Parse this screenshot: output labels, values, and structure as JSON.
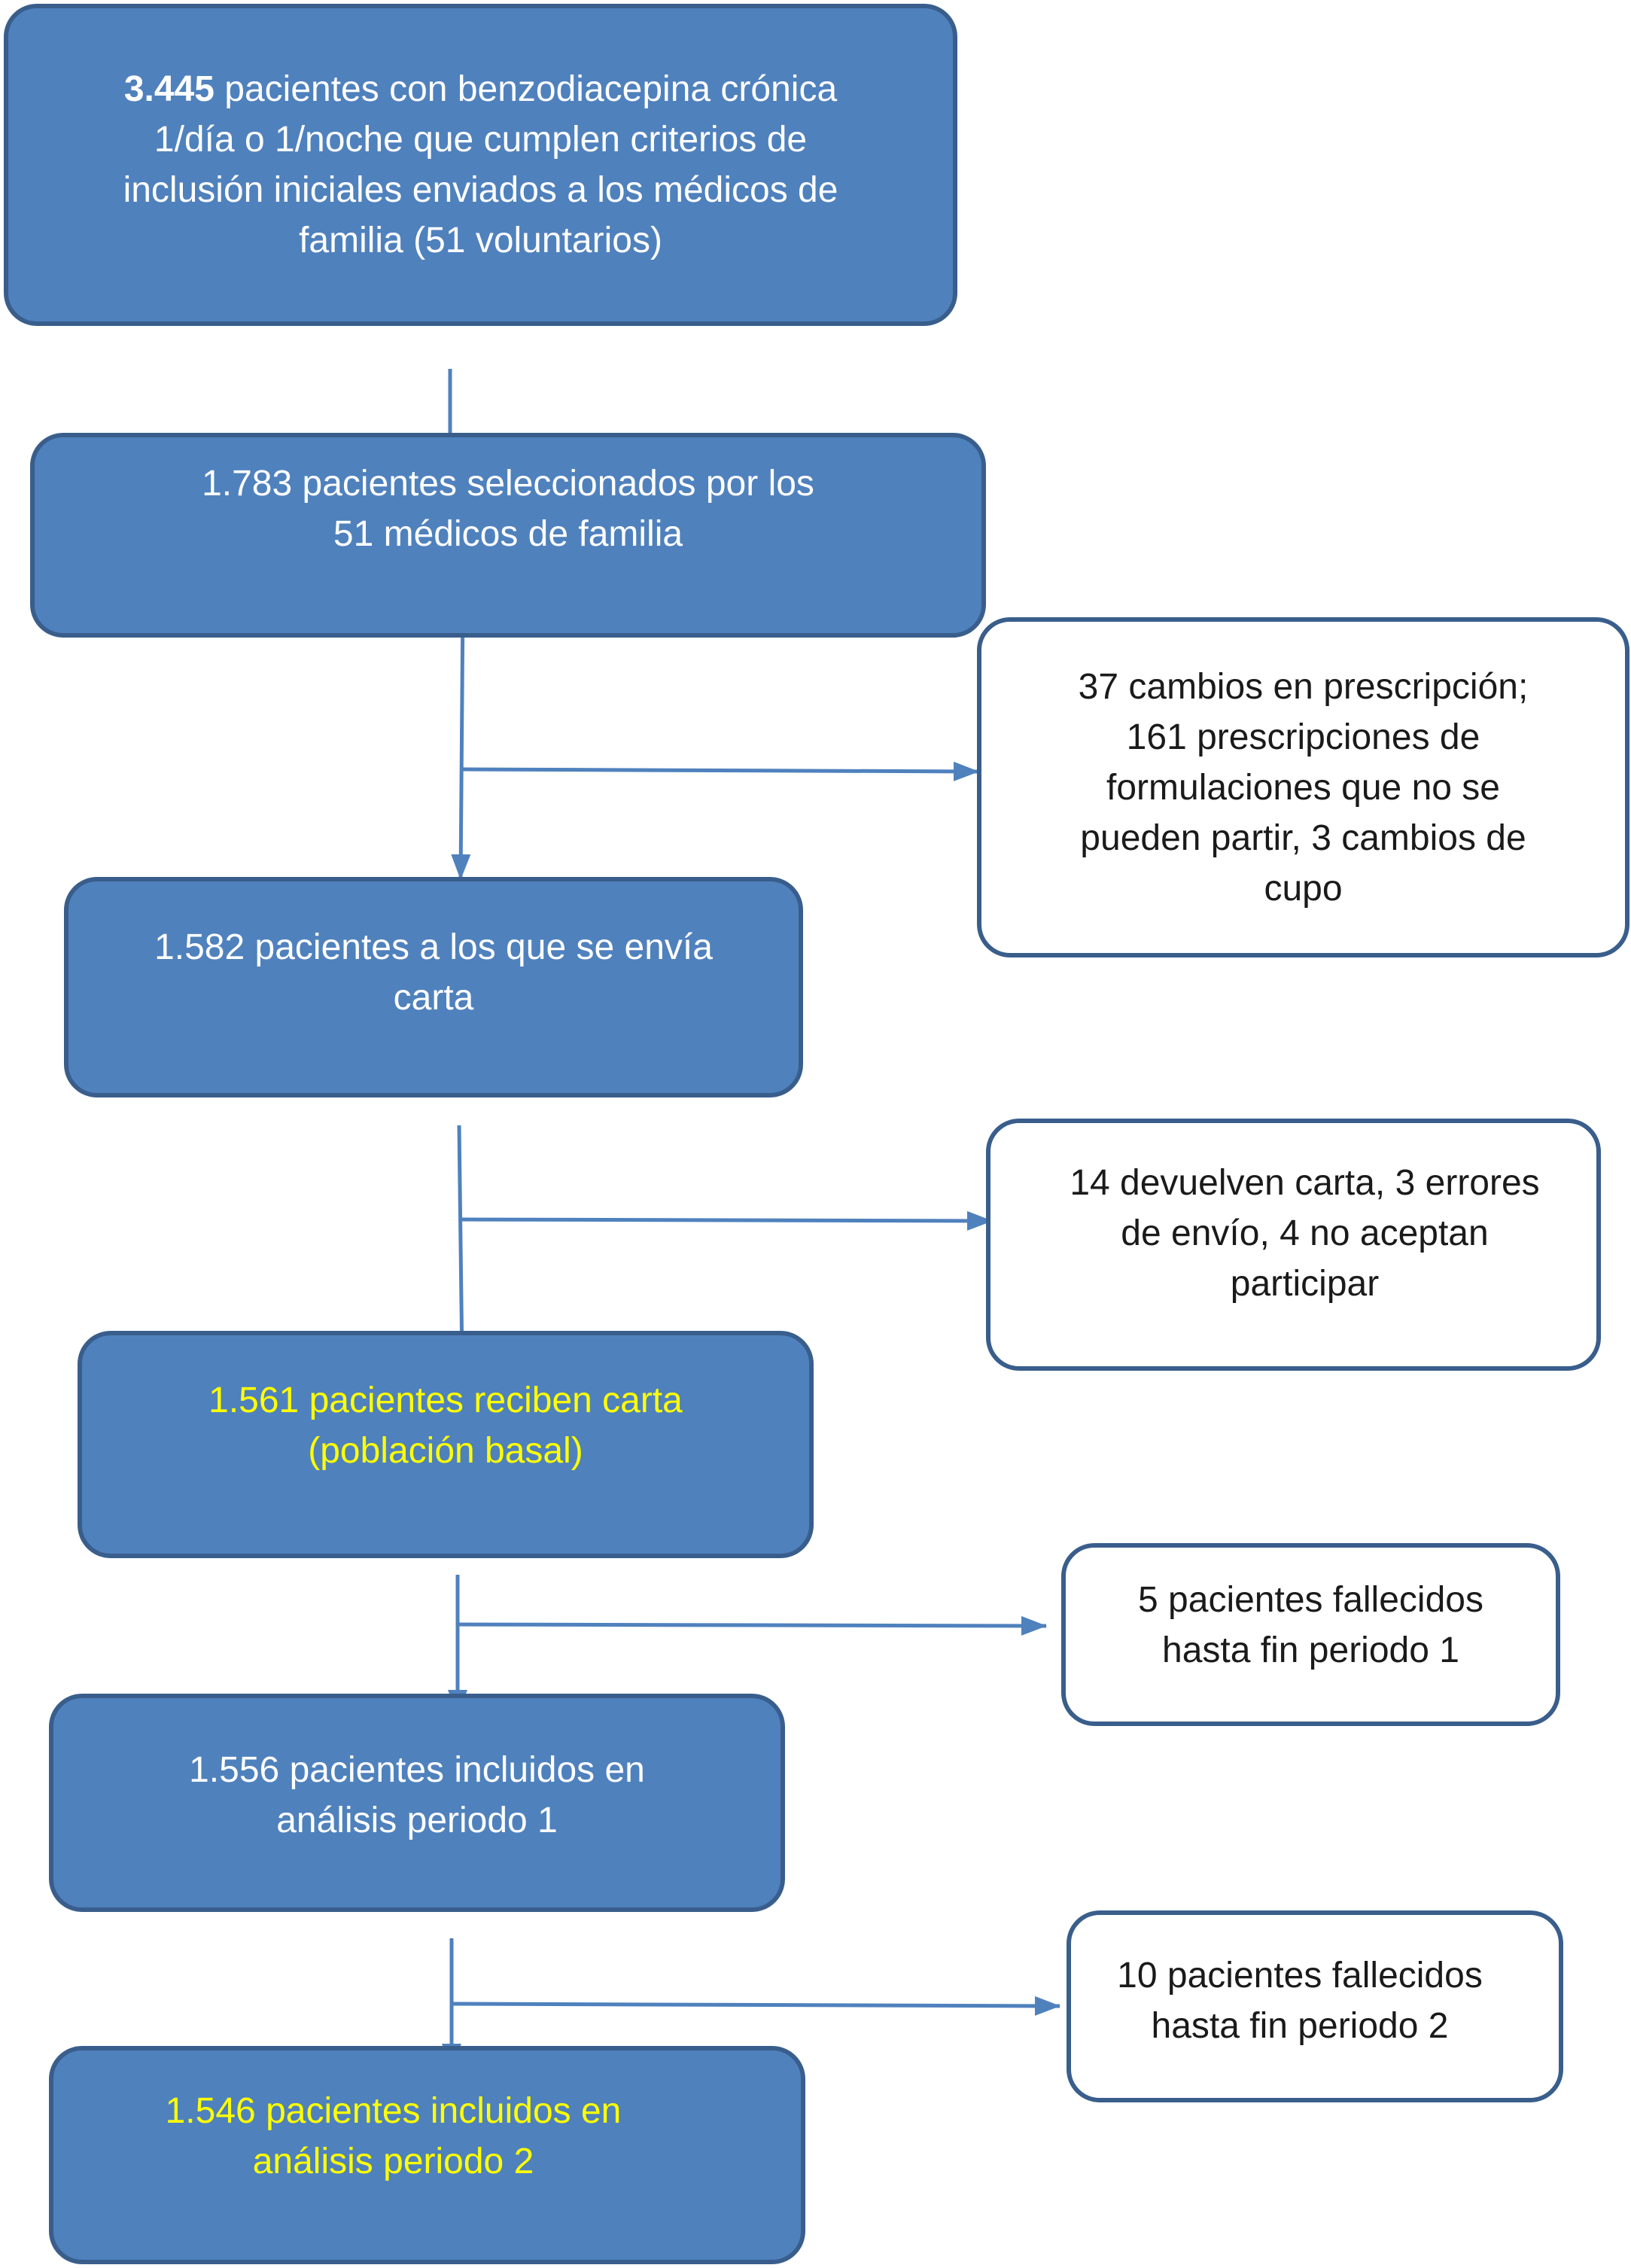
{
  "colors": {
    "box_fill": "#4f81bd",
    "box_border": "#395e8c",
    "box_text": "#ffffff",
    "highlight_text": "#ffff00",
    "side_box_fill": "#ffffff",
    "side_box_text": "#1a1a1a",
    "arrow": "#4f81bd"
  },
  "flow": {
    "step1": {
      "bold_number": "3.445",
      "text": " pacientes con benzodiacepina crónica\n1/día o 1/noche que cumplen criterios de\ninclusión iniciales enviados a los médicos de\nfamilia (51 voluntarios)"
    },
    "step2": {
      "text": "1.783 pacientes seleccionados por los\n51 médicos de familia"
    },
    "step3": {
      "text": "1.582 pacientes a los que se envía\ncarta"
    },
    "step4": {
      "text": "1.561 pacientes reciben carta\n(población basal)"
    },
    "step5": {
      "text": "1.556 pacientes incluidos en\nanálisis periodo 1"
    },
    "step6": {
      "text": "1.546 pacientes incluidos en\nanálisis periodo 2"
    }
  },
  "exclusions": {
    "ex1": {
      "text": "37 cambios en prescripción;\n161 prescripciones de\nformulaciones que no se\npueden partir, 3 cambios de\ncupo"
    },
    "ex2": {
      "text": "14 devuelven carta, 3 errores\nde envío, 4 no aceptan\nparticipar"
    },
    "ex3": {
      "text": "5 pacientes fallecidos\nhasta fin periodo 1"
    },
    "ex4": {
      "text": "10 pacientes fallecidos\nhasta fin periodo 2"
    }
  }
}
